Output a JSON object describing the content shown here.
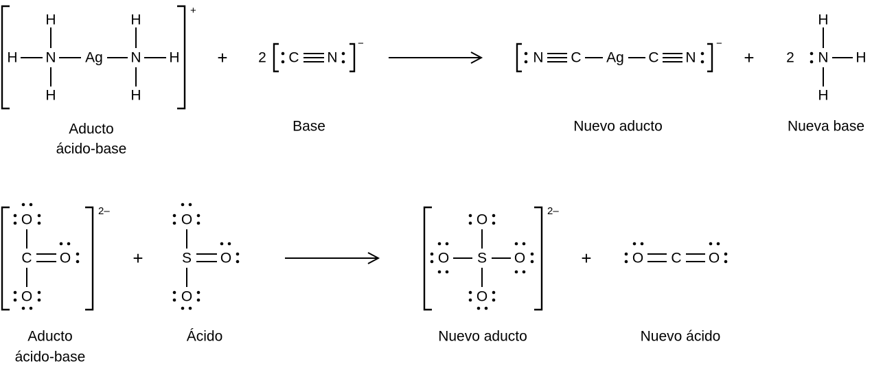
{
  "reaction1": {
    "reactant_complex": {
      "atoms": {
        "center": "Ag",
        "n_left": "N",
        "n_right": "N",
        "hydrogen": "H"
      },
      "charge": "+",
      "label_line1": "Aducto",
      "label_line2": "ácido-base"
    },
    "plus_1": "+",
    "base": {
      "coefficient": "2",
      "atoms": {
        "c": "C",
        "n": "N"
      },
      "charge": "−",
      "label": "Base"
    },
    "product_complex": {
      "atoms": {
        "n_left": "N",
        "c_left": "C",
        "center": "Ag",
        "c_right": "C",
        "n_right": "N"
      },
      "charge": "−",
      "label": "Nuevo aducto"
    },
    "plus_2": "+",
    "new_base": {
      "coefficient": "2",
      "atoms": {
        "n": "N",
        "hydrogen": "H"
      },
      "label": "Nueva base"
    }
  },
  "reaction2": {
    "carbonate": {
      "atoms": {
        "c": "C",
        "o": "O"
      },
      "charge": "2–",
      "label_line1": "Aducto",
      "label_line2": "ácido-base"
    },
    "plus_1": "+",
    "acid": {
      "atoms": {
        "s": "S",
        "o": "O"
      },
      "label": "Ácido"
    },
    "sulfate": {
      "atoms": {
        "s": "S",
        "o": "O"
      },
      "charge": "2–",
      "label": "Nuevo aducto"
    },
    "plus_2": "+",
    "new_acid": {
      "atoms": {
        "c": "C",
        "o": "O"
      },
      "label": "Nuevo ácido"
    }
  },
  "colors": {
    "ink": "#000000",
    "background": "#ffffff"
  }
}
